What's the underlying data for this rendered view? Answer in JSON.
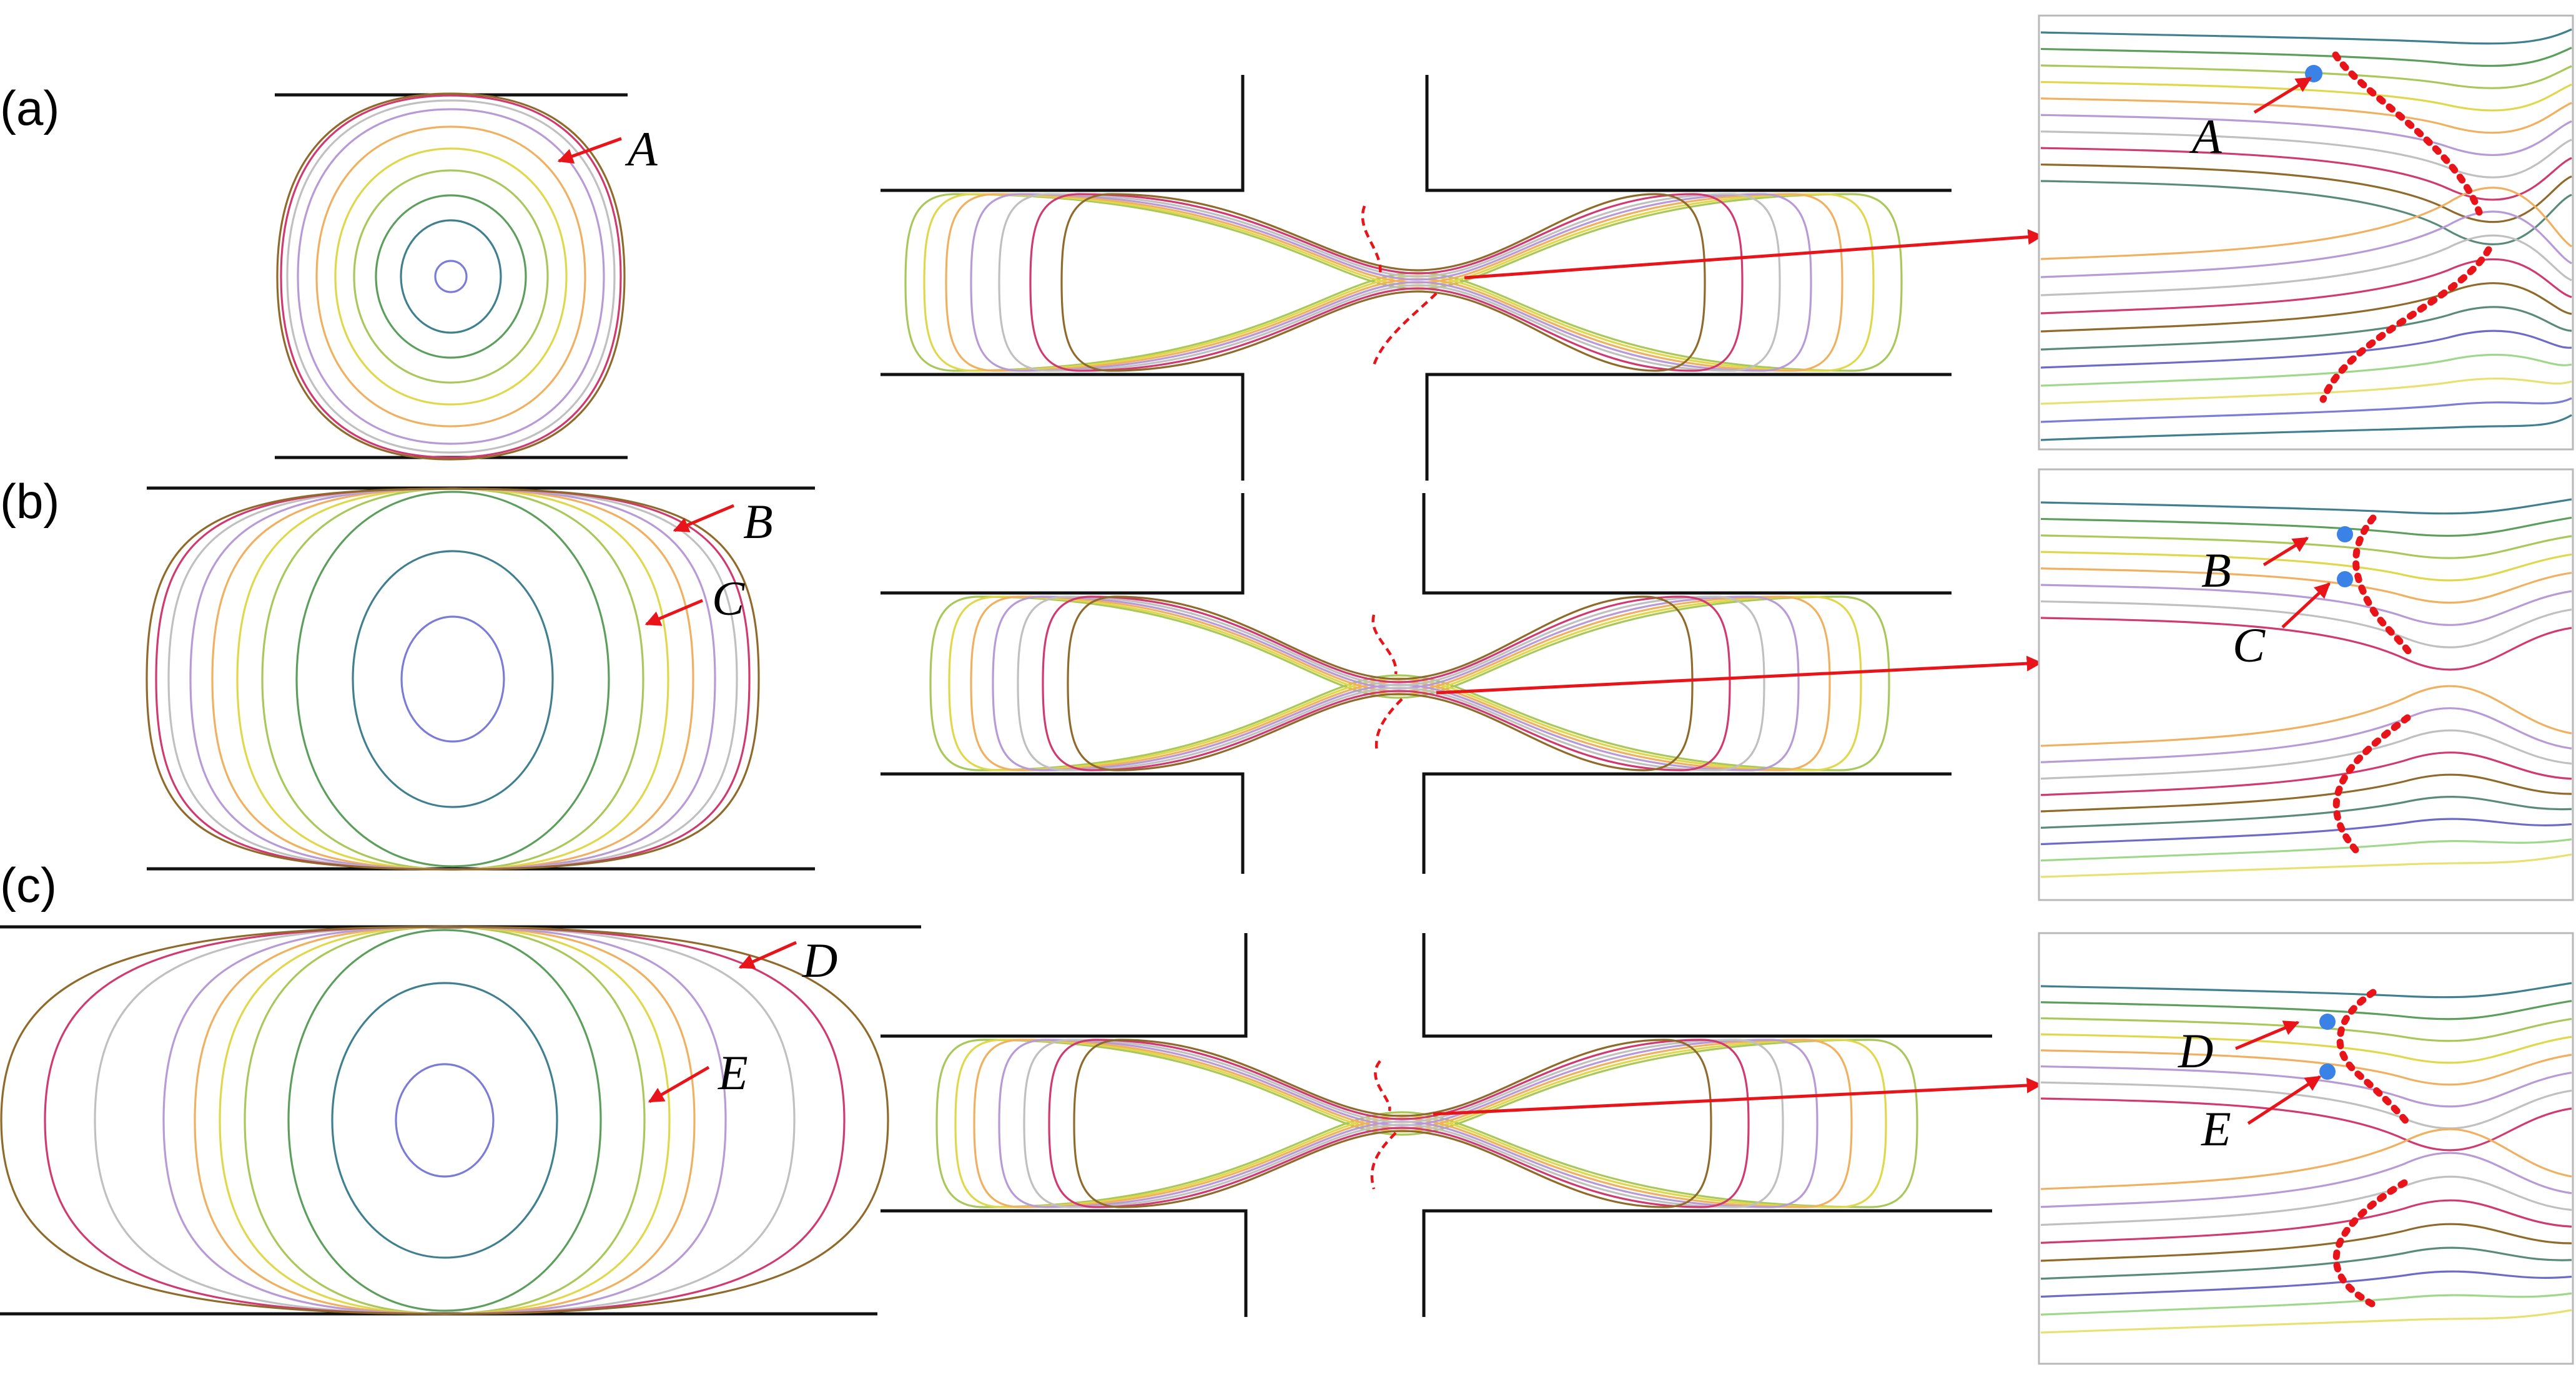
{
  "figure": {
    "panels": [
      {
        "label": "(a)",
        "points": [
          "A"
        ]
      },
      {
        "label": "(b)",
        "points": [
          "B",
          "C"
        ]
      },
      {
        "label": "(c)",
        "points": [
          "D",
          "E"
        ]
      }
    ]
  },
  "colors": {
    "arrow": "#e8141a",
    "highlight_point": "#3b82e6",
    "contours": [
      "#7b7bd8",
      "#3f7f8f",
      "#5c9e5c",
      "#a8c85a",
      "#e0d84a",
      "#f0b060",
      "#b79ad6",
      "#c0c0c0",
      "#d03a70",
      "#8f6a2a",
      "#5a8a7a",
      "#6c6cc8",
      "#9fd88a",
      "#e8e070"
    ]
  }
}
